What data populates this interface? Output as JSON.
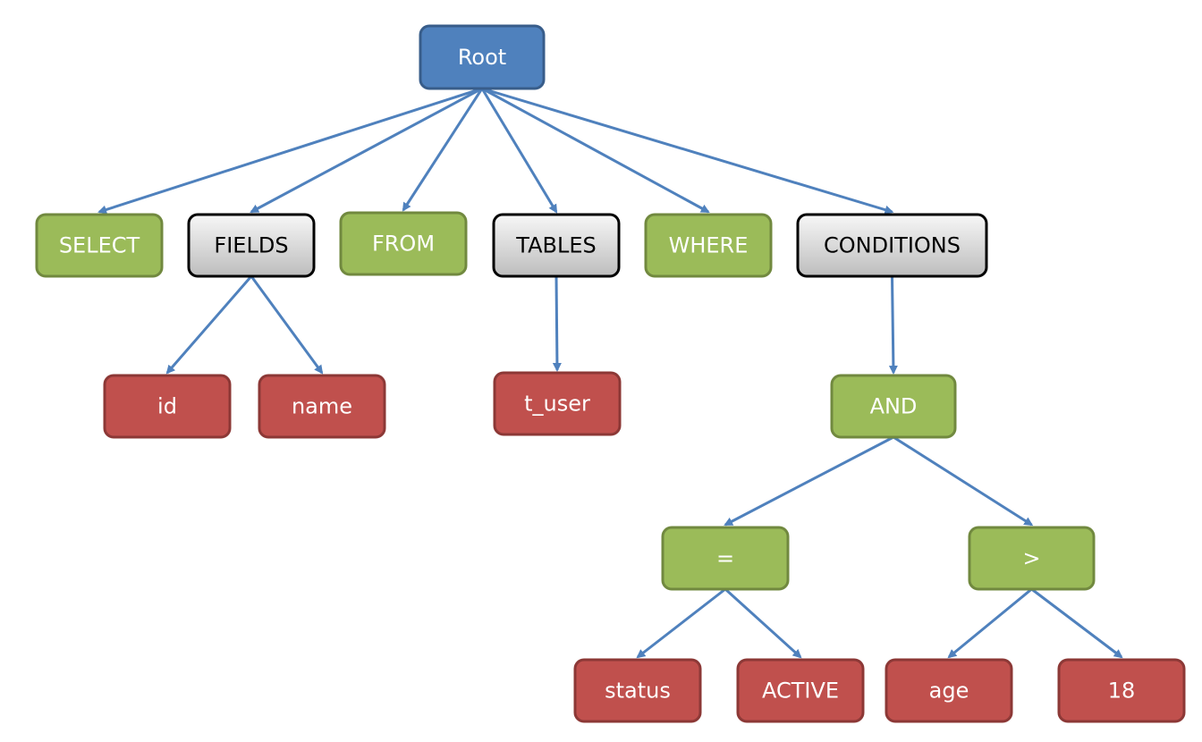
{
  "diagram": {
    "nodes": {
      "root": {
        "label": "Root",
        "kind": "root"
      },
      "select": {
        "label": "SELECT",
        "kind": "keyword"
      },
      "fields": {
        "label": "FIELDS",
        "kind": "group"
      },
      "from": {
        "label": "FROM",
        "kind": "keyword"
      },
      "tables": {
        "label": "TABLES",
        "kind": "group"
      },
      "where": {
        "label": "WHERE",
        "kind": "keyword"
      },
      "conditions": {
        "label": "CONDITIONS",
        "kind": "group"
      },
      "id": {
        "label": "id",
        "kind": "value"
      },
      "name": {
        "label": "name",
        "kind": "value"
      },
      "t_user": {
        "label": "t_user",
        "kind": "value"
      },
      "and": {
        "label": "AND",
        "kind": "keyword"
      },
      "eq": {
        "label": "=",
        "kind": "keyword"
      },
      "gt": {
        "label": ">",
        "kind": "keyword"
      },
      "status": {
        "label": "status",
        "kind": "value"
      },
      "active": {
        "label": "ACTIVE",
        "kind": "value"
      },
      "age": {
        "label": "age",
        "kind": "value"
      },
      "eighteen": {
        "label": "18",
        "kind": "value"
      }
    },
    "edges": [
      [
        "root",
        "select"
      ],
      [
        "root",
        "fields"
      ],
      [
        "root",
        "from"
      ],
      [
        "root",
        "tables"
      ],
      [
        "root",
        "where"
      ],
      [
        "root",
        "conditions"
      ],
      [
        "fields",
        "id"
      ],
      [
        "fields",
        "name"
      ],
      [
        "tables",
        "t_user"
      ],
      [
        "conditions",
        "and"
      ],
      [
        "and",
        "eq"
      ],
      [
        "and",
        "gt"
      ],
      [
        "eq",
        "status"
      ],
      [
        "eq",
        "active"
      ],
      [
        "gt",
        "age"
      ],
      [
        "gt",
        "eighteen"
      ]
    ],
    "colors": {
      "root_fill": "#4f81bd",
      "root_stroke": "#385d8a",
      "root_text": "#ffffff",
      "keyword_fill": "#9bbb59",
      "keyword_stroke": "#71893f",
      "keyword_text": "#ffffff",
      "group_fill_top": "#f2f2f2",
      "group_fill_bottom": "#bfbfbf",
      "group_stroke": "#000000",
      "group_text": "#000000",
      "value_fill": "#c0504d",
      "value_stroke": "#8c3836",
      "value_text": "#ffffff",
      "edge": "#4f81bd"
    }
  }
}
